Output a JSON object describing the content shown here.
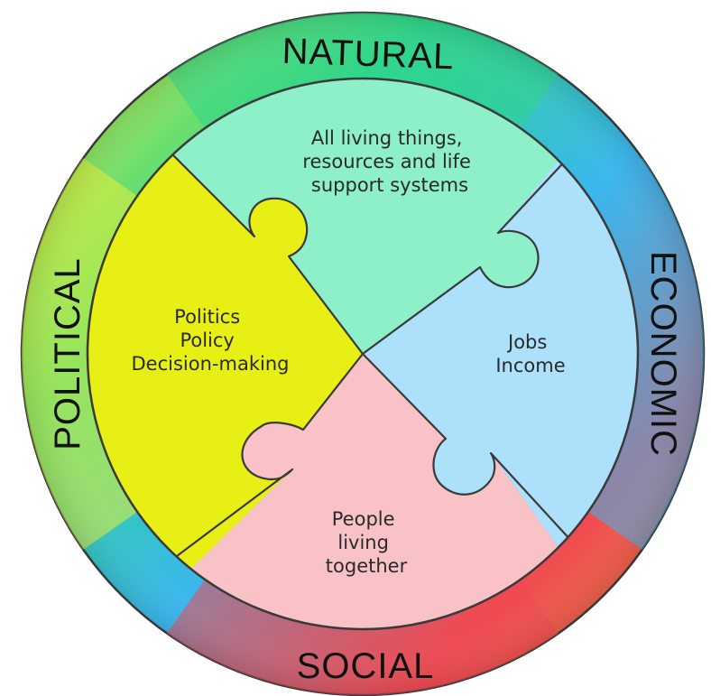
{
  "ring": {
    "labels": {
      "top": "NATURAL",
      "right": "ECONOMIC",
      "bottom": "SOCIAL",
      "left": "POLITICAL"
    },
    "colors": {
      "natural": "#2fd68a",
      "economic": "#3ab7ee",
      "social": "#ef4a52",
      "political": "#e9f037"
    }
  },
  "pieces": {
    "natural": {
      "color": "#8df0c8",
      "lines": [
        "All living things,",
        "resources and life",
        "support systems"
      ]
    },
    "economic": {
      "color": "#ade1fb",
      "lines": [
        "Jobs",
        "Income"
      ]
    },
    "social": {
      "color": "#f9c2c6",
      "lines": [
        "People",
        "living",
        "together"
      ]
    },
    "political": {
      "color": "#e8ef15",
      "lines": [
        "Politics",
        "Policy",
        "Decision-making"
      ]
    }
  }
}
